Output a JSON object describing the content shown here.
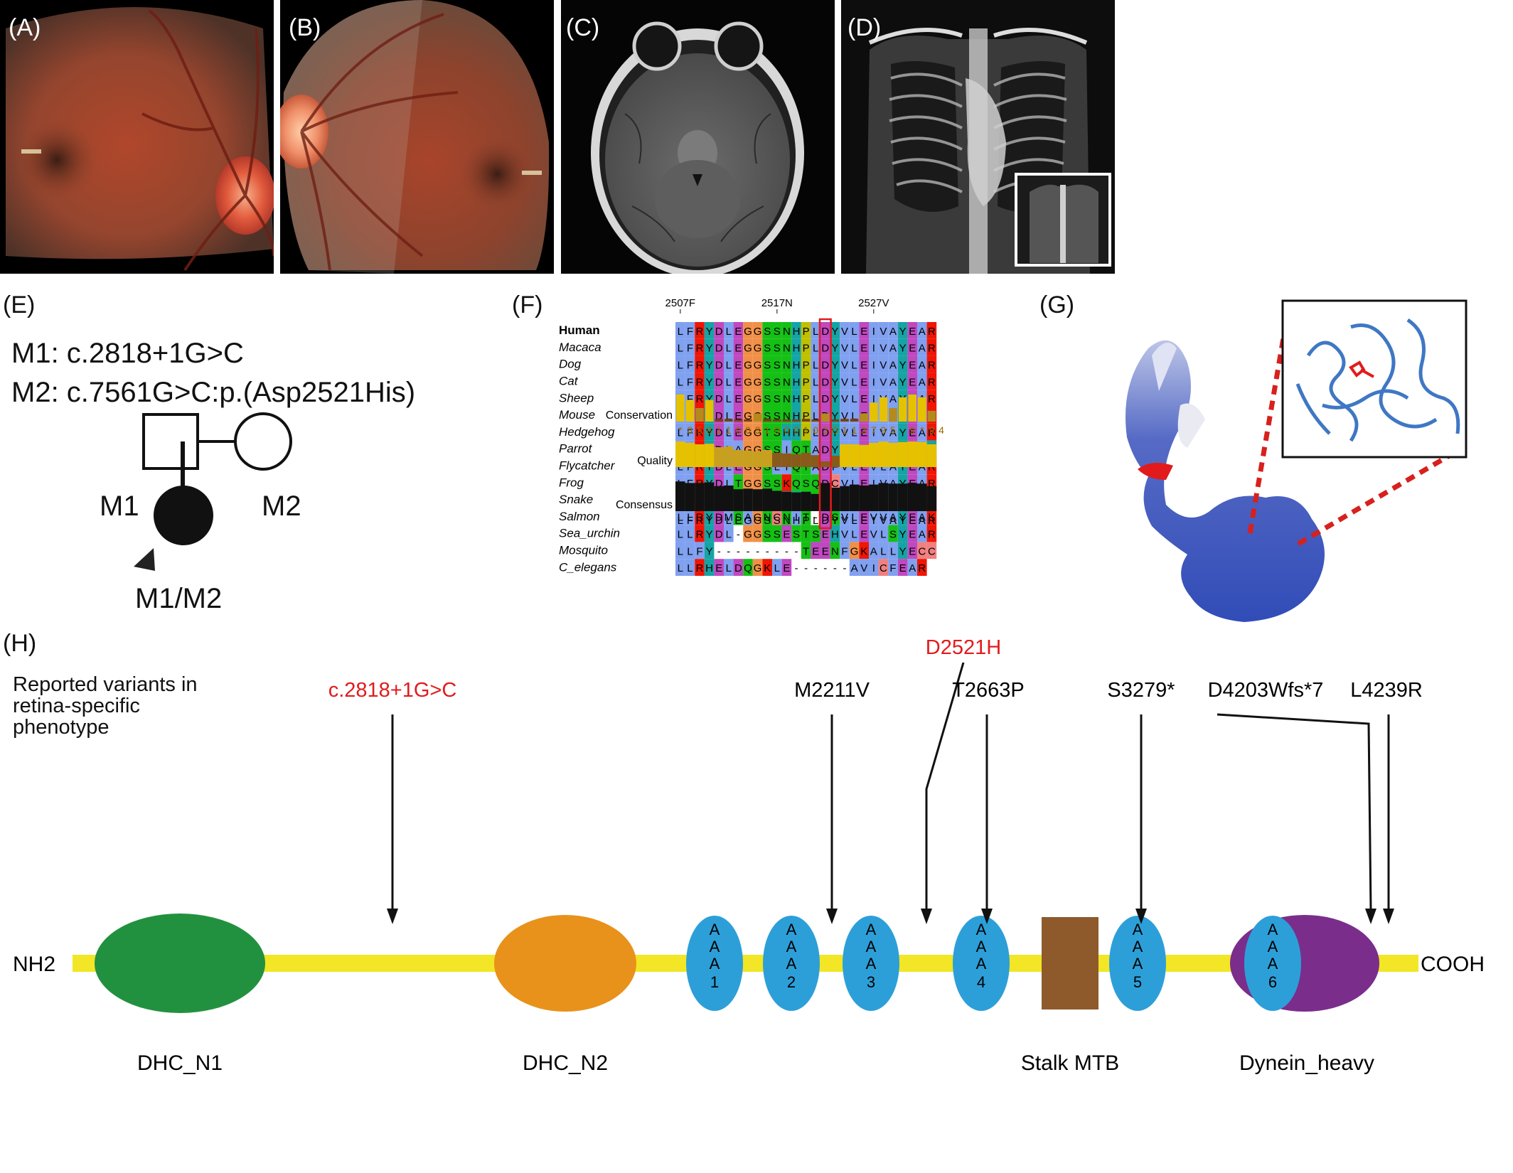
{
  "panels": {
    "A": "(A)",
    "B": "(B)",
    "C": "(C)",
    "D": "(D)",
    "E": "(E)",
    "F": "(F)",
    "G": "(G)",
    "H": "(H)"
  },
  "pedigree": {
    "m1": "M1: c.2818+1G>C",
    "m2": "M2: c.7561G>C:p.(Asp2521His)",
    "father": "M1",
    "mother": "M2",
    "proband": "M1/M2"
  },
  "alignment": {
    "positions": [
      "2507F",
      "2517N",
      "2527V"
    ],
    "species": [
      "Human",
      "Macaca",
      "Dog",
      "Cat",
      "Sheep",
      "Mouse",
      "Hedgehog",
      "Parrot",
      "Flycatcher",
      "Frog",
      "Snake",
      "Salmon",
      "Sea_urchin",
      "Mosquito",
      "C_elegans"
    ],
    "sequences": [
      "LFRYDLEGGSSNHPLDYVLEIVAYEAR",
      "LFRYDLEGGSSNHPLDYVLEIVAYEAR",
      "LFRYDLEGGSSNHPLDYVLEIVAYEAR",
      "LFRYDLEGGSSNHPLDYVLEIVAYEAR",
      "LFRYDLEGGSSNHPLDYVLEIVAYEAR",
      "LFRYDLEGGSSNHPLDYVLEIVAYEAR",
      "LFRYDLEGGTSHHPLDYVLEIVAYEAR",
      "LFRYDLAGGSSIQTADYVLEIVAYEAH",
      "LFRYDLEGGSLIQTADFVLEVLAYEAR",
      "LFRYDLTGGSSKQSQDCVLEIVAYEAR",
      "LFRYNLTGGSSHHSQDFVLEIVAYEAR",
      "LLRYDMSAGNCNIT-DSVLEVVAYEAK",
      "LLRYDL-GGSSESTSEHVLEVLSYEAR",
      "LLFY---------TEENFGKALLYECC",
      "LLRHELDQGKLE------AVICFEAR"
    ],
    "conservation_label": "Conservation",
    "conservation_scores": "*8581100310001030113795 9*94",
    "conservation_values": [
      10,
      8,
      5,
      8,
      1,
      1,
      0,
      0,
      3,
      1,
      0,
      0,
      0,
      1,
      0,
      3,
      0,
      1,
      1,
      3,
      7,
      9,
      5,
      9,
      10,
      9,
      4
    ],
    "quality_label": "Quality",
    "quality_values": [
      0.9,
      0.85,
      0.8,
      0.82,
      0.7,
      0.72,
      0.6,
      0.58,
      0.55,
      0.6,
      0.5,
      0.48,
      0.45,
      0.5,
      0.42,
      0.2,
      0.4,
      0.8,
      0.8,
      0.78,
      0.85,
      0.9,
      0.85,
      0.88,
      0.9,
      0.88,
      0.8
    ],
    "consensus_label": "Consensus",
    "consensus_values": [
      0.95,
      0.9,
      0.9,
      0.92,
      0.8,
      0.82,
      0.7,
      0.72,
      0.7,
      0.72,
      0.65,
      0.62,
      0.6,
      0.62,
      0.55,
      0.9,
      0.75,
      0.8,
      0.85,
      0.82,
      0.85,
      0.9,
      0.88,
      0.88,
      0.9,
      0.88,
      0.8
    ],
    "consensus_seq": "LFRYDLEGGSSNHPLDYVLEIVAYEAR"
  },
  "domain_map": {
    "heading_line1": "Reported variants in",
    "heading_line2": "retina-specific",
    "heading_line3": "phenotype",
    "nterm": "NH2",
    "cterm": "COOH",
    "domains": [
      "DHC_N1",
      "DHC_N2",
      "Stalk MTB",
      "Dynein_heavy"
    ],
    "aaa_letter": "A",
    "aaa_numbers": [
      "1",
      "2",
      "3",
      "4",
      "5",
      "6"
    ],
    "variants_black": [
      "M2211V",
      "T2663P",
      "S3279*",
      "D4203Wfs*7",
      "L4239R"
    ],
    "variants_red": [
      "c.2818+1G>C",
      "D2521H"
    ],
    "colors": {
      "backbone": "#f2e626",
      "dhc_n1": "#22913f",
      "dhc_n2": "#e8921b",
      "aaa": "#2d9fd8",
      "stalk": "#8e5a2c",
      "dynein_heavy": "#7b2d8b",
      "highlight_red": "#e31a1c"
    }
  }
}
